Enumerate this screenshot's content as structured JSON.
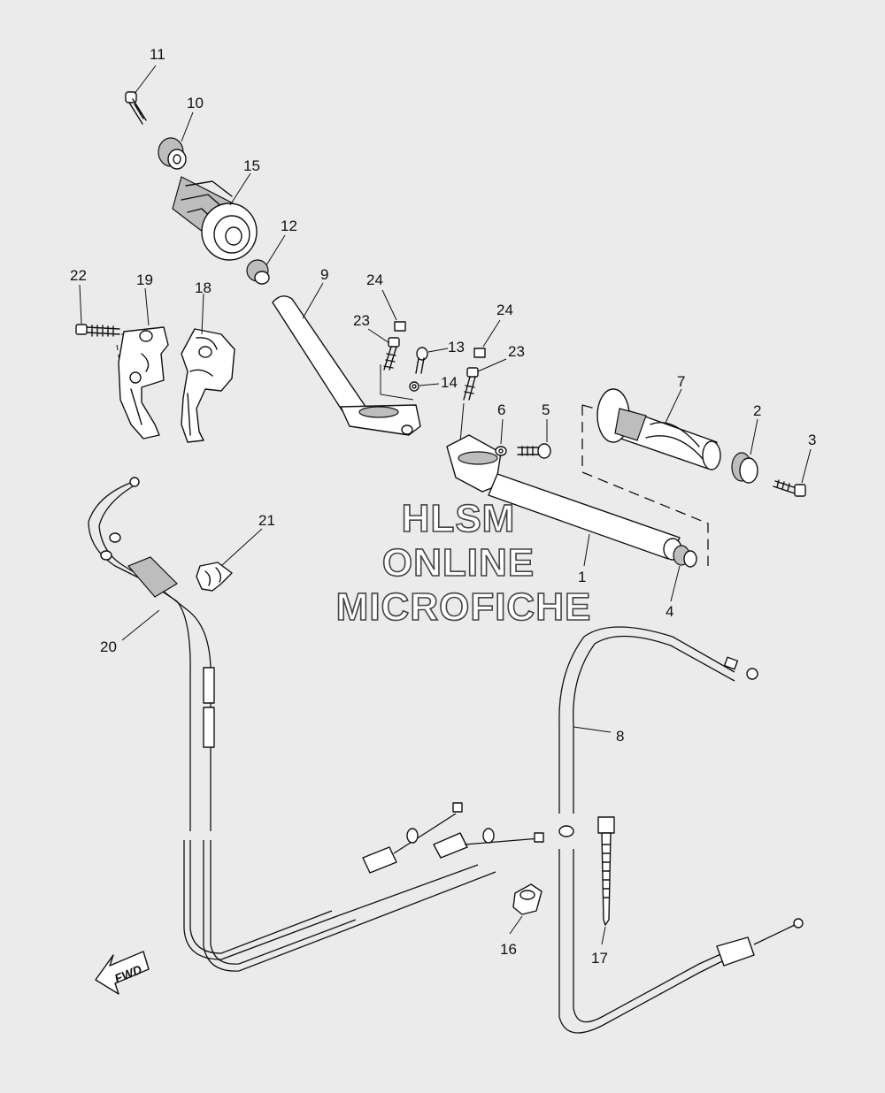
{
  "callouts": {
    "c1": "1",
    "c2": "2",
    "c3": "3",
    "c4": "4",
    "c5": "5",
    "c6": "6",
    "c7": "7",
    "c8": "8",
    "c9": "9",
    "c10": "10",
    "c11": "11",
    "c12": "12",
    "c13": "13",
    "c14": "14",
    "c15": "15",
    "c16": "16",
    "c17": "17",
    "c18": "18",
    "c19": "19",
    "c20": "20",
    "c21": "21",
    "c22": "22",
    "c23a": "23",
    "c23b": "23",
    "c24a": "24",
    "c24b": "24"
  },
  "watermark": {
    "line1": "HLSM",
    "line2": "ONLINE",
    "line3": "MICROFICHE"
  },
  "direction_badge": {
    "label": "FWD"
  },
  "colors": {
    "background": "#ebebeb",
    "ink": "#111111",
    "shade": "#bdbdbd"
  }
}
